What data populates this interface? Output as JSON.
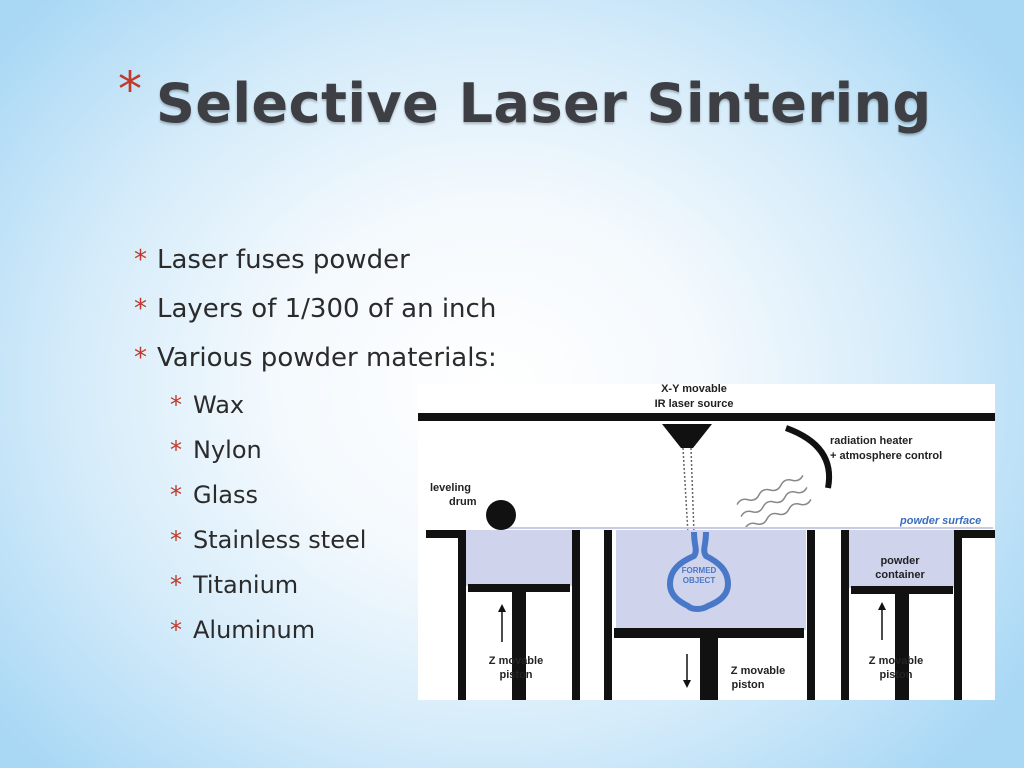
{
  "title": {
    "bullet": "*",
    "text": "Selective Laser Sintering"
  },
  "bullets": [
    {
      "text": "Laser fuses powder",
      "level": 1
    },
    {
      "text": "Layers of 1/300 of an inch",
      "level": 1
    },
    {
      "text": "Various powder materials:",
      "level": 1
    },
    {
      "text": "Wax",
      "level": 2
    },
    {
      "text": "Nylon",
      "level": 2
    },
    {
      "text": "Glass",
      "level": 2
    },
    {
      "text": "Stainless steel",
      "level": 2
    },
    {
      "text": "Titanium",
      "level": 2
    },
    {
      "text": "Aluminum",
      "level": 2
    }
  ],
  "diagram": {
    "laser_source": [
      "X-Y movable",
      "IR laser source"
    ],
    "heater": [
      "radiation heater",
      "+ atmosphere control"
    ],
    "leveling_drum": [
      "leveling",
      "drum"
    ],
    "powder_surface": "powder surface",
    "powder_container": [
      "powder",
      "container"
    ],
    "formed_object": [
      "FORMED",
      "OBJECT"
    ],
    "piston_left": [
      "Z movable",
      "piston"
    ],
    "piston_center": [
      "Z movable",
      "piston"
    ],
    "piston_right": [
      "Z movable",
      "piston"
    ]
  },
  "colors": {
    "bullet_star": "#c0392b",
    "title": "#3d3f44",
    "powder": "#cfd3ec",
    "object": "#4a78c8"
  }
}
